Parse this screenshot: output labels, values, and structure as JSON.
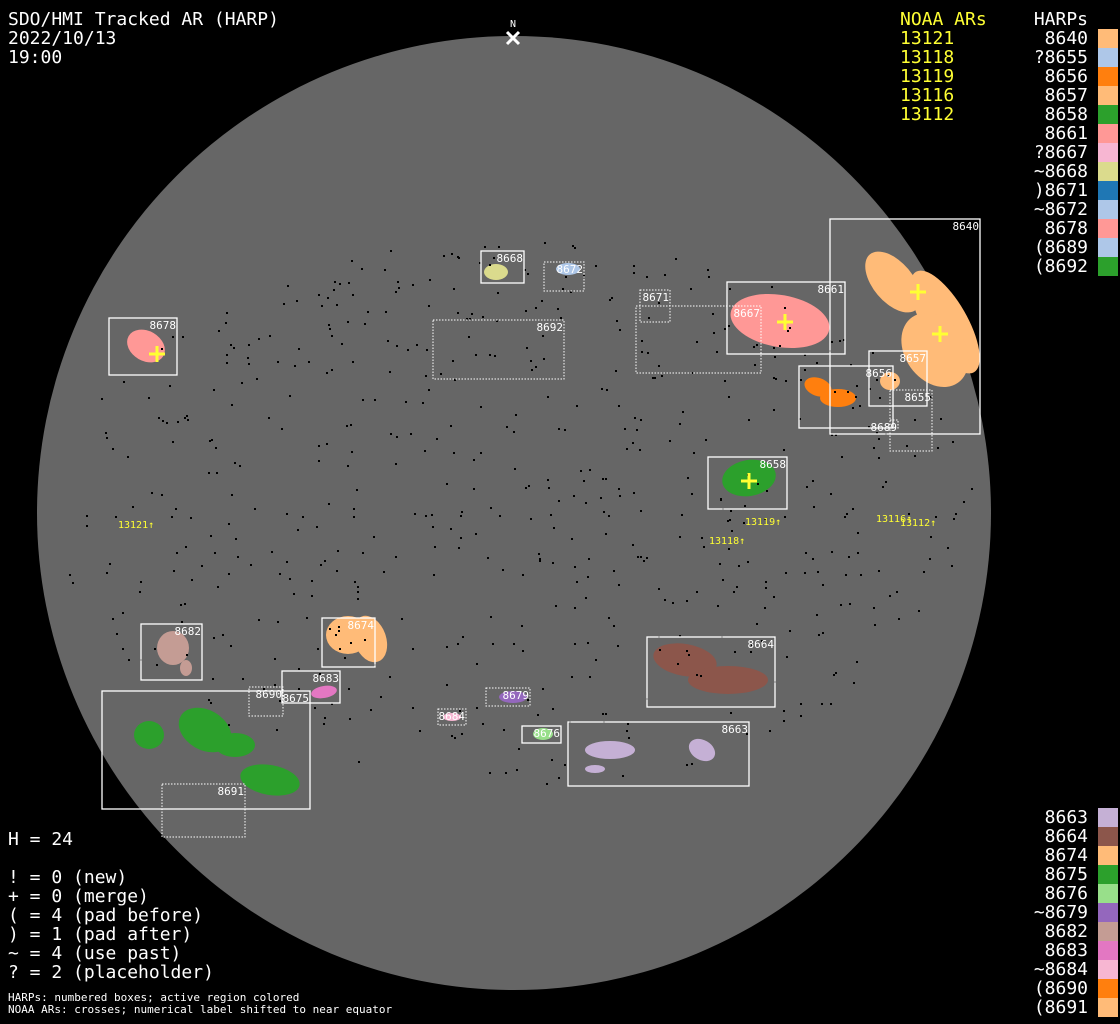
{
  "header": {
    "title": "SDO/HMI Tracked AR (HARP)",
    "date": "2022/10/13",
    "time": "19:00",
    "north_label": "N"
  },
  "noaa_list": {
    "heading": "NOAA ARs",
    "items": [
      "13121",
      "13118",
      "13119",
      "13116",
      "13112"
    ]
  },
  "harps_top": {
    "heading": "HARPs",
    "items": [
      {
        "label": "8640",
        "color": "#ffbb78"
      },
      {
        "label": "?8655",
        "color": "#aec7e8"
      },
      {
        "label": "8656",
        "color": "#ff7f0e"
      },
      {
        "label": "8657",
        "color": "#ffbb78"
      },
      {
        "label": "8658",
        "color": "#2ca02c"
      },
      {
        "label": "8661",
        "color": "#ff9896"
      },
      {
        "label": "?8667",
        "color": "#f7b6d2"
      },
      {
        "label": "~8668",
        "color": "#dbdb8d"
      },
      {
        "label": ")8671",
        "color": "#1f77b4"
      },
      {
        "label": "~8672",
        "color": "#aec7e8"
      },
      {
        "label": "8678",
        "color": "#ff9896"
      },
      {
        "label": "(8689",
        "color": "#aec7e8"
      },
      {
        "label": "(8692",
        "color": "#2ca02c"
      }
    ]
  },
  "harps_bottom": {
    "items": [
      {
        "label": "8663",
        "color": "#c5b0d5"
      },
      {
        "label": "8664",
        "color": "#8c564b"
      },
      {
        "label": "8674",
        "color": "#ffbb78"
      },
      {
        "label": "8675",
        "color": "#2ca02c"
      },
      {
        "label": "8676",
        "color": "#98df8a"
      },
      {
        "label": "~8679",
        "color": "#9467bd"
      },
      {
        "label": "8682",
        "color": "#c49c94"
      },
      {
        "label": "8683",
        "color": "#e377c2"
      },
      {
        "label": "~8684",
        "color": "#f7b6d2"
      },
      {
        "label": "(8690",
        "color": "#ff7f0e"
      },
      {
        "label": "(8691",
        "color": "#ffbb78"
      }
    ]
  },
  "stats": {
    "h": "H = 24",
    "lines": [
      "! = 0 (new)",
      "+ = 0 (merge)",
      "( = 4 (pad before)",
      ") = 1 (pad after)",
      "~ = 4 (use past)",
      "? = 2 (placeholder)"
    ]
  },
  "footer": [
    "HARPs: numbered boxes; active region colored",
    "NOAA ARs: crosses; numerical label shifted to near equator"
  ],
  "box_labels": [
    "8640",
    "8661",
    "8667",
    "8671",
    "8656",
    "8657",
    "8655",
    "8689",
    "8658",
    "8668",
    "8672",
    "8692",
    "8678",
    "8682",
    "8674",
    "8683",
    "8690",
    "8675",
    "8691",
    "8679",
    "8684",
    "8676",
    "8664",
    "8663"
  ],
  "disk_noaa_labels": [
    "13121↑",
    "13118↑",
    "13119↑",
    "13116↑",
    "13112↑"
  ],
  "colors": {
    "disk": "#666666",
    "noaa": "#ffff33",
    "box": "#ffffff"
  }
}
